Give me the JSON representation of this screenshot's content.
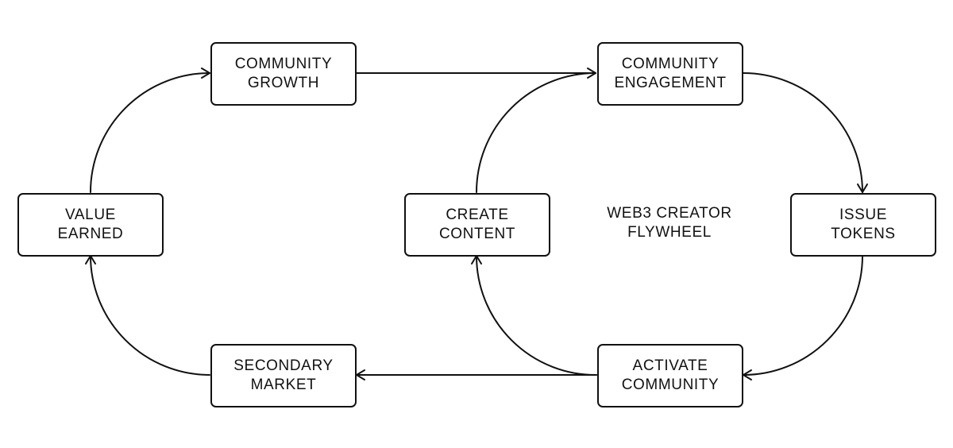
{
  "diagram": {
    "title_lines": [
      "WEB3 CREATOR",
      "FLYWHEEL"
    ],
    "nodes": {
      "community_growth": {
        "lines": [
          "COMMUNITY",
          "GROWTH"
        ]
      },
      "community_engagement": {
        "lines": [
          "COMMUNITY",
          "ENGAGEMENT"
        ]
      },
      "value_earned": {
        "lines": [
          "VALUE",
          "EARNED"
        ]
      },
      "create_content": {
        "lines": [
          "CREATE",
          "CONTENT"
        ]
      },
      "issue_tokens": {
        "lines": [
          "ISSUE",
          "TOKENS"
        ]
      },
      "secondary_market": {
        "lines": [
          "SECONDARY",
          "MARKET"
        ]
      },
      "activate_community": {
        "lines": [
          "ACTIVATE",
          "COMMUNITY"
        ]
      }
    },
    "edges": [
      {
        "from": "COMMUNITY GROWTH",
        "to": "COMMUNITY ENGAGEMENT"
      },
      {
        "from": "COMMUNITY ENGAGEMENT",
        "to": "ISSUE TOKENS"
      },
      {
        "from": "ISSUE TOKENS",
        "to": "ACTIVATE COMMUNITY"
      },
      {
        "from": "ACTIVATE COMMUNITY",
        "to": "SECONDARY MARKET"
      },
      {
        "from": "ACTIVATE COMMUNITY",
        "to": "CREATE CONTENT"
      },
      {
        "from": "CREATE CONTENT",
        "to": "COMMUNITY ENGAGEMENT"
      },
      {
        "from": "SECONDARY MARKET",
        "to": "VALUE EARNED"
      },
      {
        "from": "VALUE EARNED",
        "to": "COMMUNITY GROWTH"
      }
    ],
    "colors": {
      "stroke": "#111111",
      "background": "#ffffff"
    }
  }
}
